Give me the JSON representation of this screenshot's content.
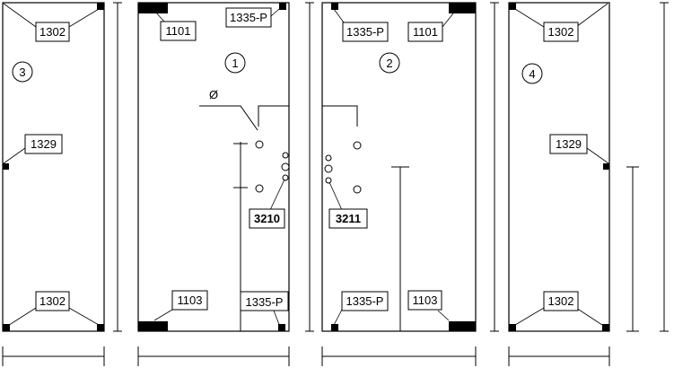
{
  "panels": [
    {
      "number": "3",
      "labels": {
        "top": "1302",
        "middle": "1329",
        "bottom": "1302"
      }
    },
    {
      "number": "1",
      "labels": {
        "top_left": "1101",
        "top_right": "1335-P",
        "bottom_left": "1103",
        "bottom_right": "1335-P",
        "hardware": "3210",
        "symbol": "Ø"
      }
    },
    {
      "number": "2",
      "labels": {
        "top_left": "1335-P",
        "top_right": "1101",
        "bottom_left": "1335-P",
        "bottom_right": "1103",
        "hardware": "3211"
      }
    },
    {
      "number": "4",
      "labels": {
        "top": "1302",
        "middle": "1329",
        "bottom": "1302"
      }
    }
  ]
}
